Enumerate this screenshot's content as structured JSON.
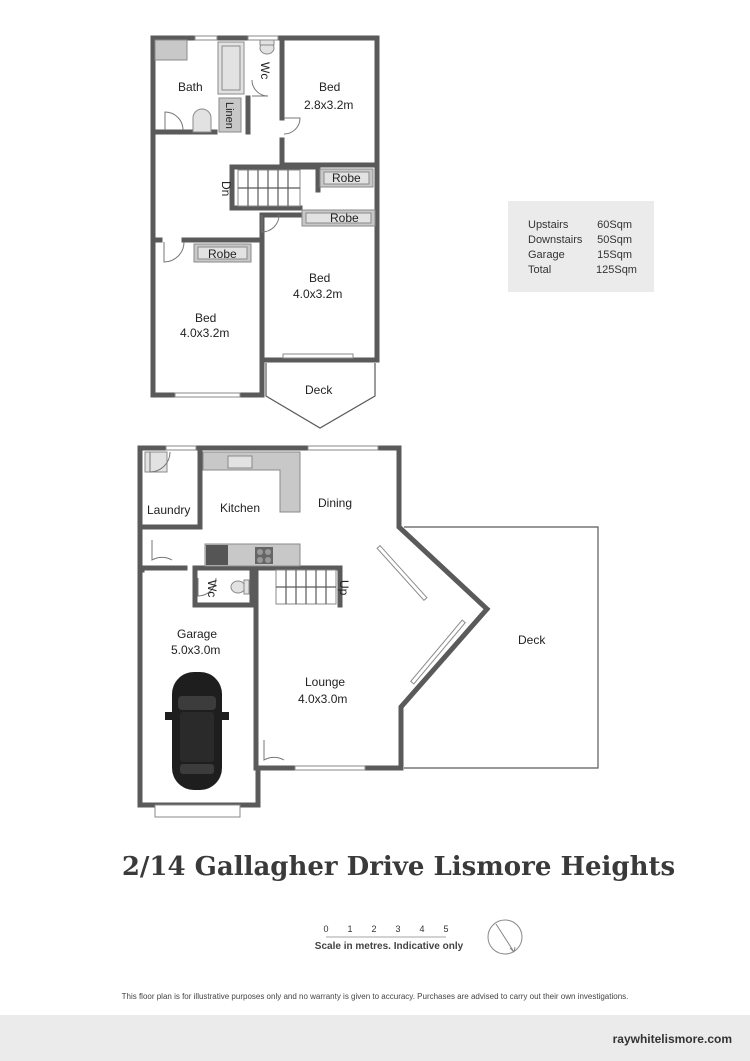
{
  "upper_floor": {
    "rooms": {
      "bath": "Bath",
      "wc": "Wc",
      "linen": "Linen",
      "bed1_name": "Bed",
      "bed1_size": "2.8x3.2m",
      "robe1": "Robe",
      "stairs_dn": "Dn",
      "robe2": "Robe",
      "robe3": "Robe",
      "bed2_name": "Bed",
      "bed2_size": "4.0x3.2m",
      "bed3_name": "Bed",
      "bed3_size": "4.0x3.2m",
      "deck": "Deck"
    }
  },
  "lower_floor": {
    "rooms": {
      "laundry": "Laundry",
      "kitchen": "Kitchen",
      "dining": "Dining",
      "wc": "Wc",
      "stairs_up": "Up",
      "garage_name": "Garage",
      "garage_size": "5.0x3.0m",
      "lounge_name": "Lounge",
      "lounge_size": "4.0x3.0m",
      "deck": "Deck"
    }
  },
  "areas": [
    {
      "label": "Upstairs",
      "value": "60Sqm"
    },
    {
      "label": "Downstairs",
      "value": "50Sqm"
    },
    {
      "label": "Garage",
      "value": "15Sqm"
    },
    {
      "label": "Total",
      "value": "125Sqm"
    }
  ],
  "title": "2/14 Gallagher Drive Lismore Heights",
  "scale": {
    "ticks": [
      "0",
      "1",
      "2",
      "3",
      "4",
      "5"
    ],
    "note": "Scale in metres. Indicative only"
  },
  "disclaimer": "This floor plan is for illustrative purposes only and no warranty is given to accuracy. Purchases are advised to carry out their own investigations.",
  "footer_url": "raywhitelismore.com",
  "colors": {
    "wall": "#5a5a5a",
    "fixture": "#c8c8c8",
    "panel": "#ebebeb"
  }
}
